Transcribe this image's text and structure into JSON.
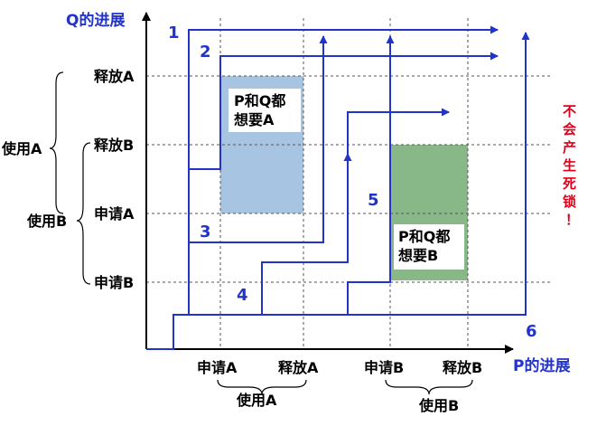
{
  "axes": {
    "y_title": "Q的进展",
    "x_title": "P的进展"
  },
  "q_ticks": [
    "释放A",
    "释放B",
    "申请A",
    "申请B"
  ],
  "p_ticks": [
    "申请A",
    "释放A",
    "申请B",
    "释放B"
  ],
  "left_braces": {
    "use_a": "使用A",
    "use_b": "使用B"
  },
  "bottom_braces": {
    "use_a": "使用A",
    "use_b": "使用B"
  },
  "regions": [
    {
      "line1": "P和Q都",
      "line2": "想要A",
      "color": "#a7c4e2"
    },
    {
      "line1": "P和Q都",
      "line2": "想要B",
      "color": "#88b888"
    }
  ],
  "path_numbers": [
    "1",
    "2",
    "3",
    "4",
    "5",
    "6"
  ],
  "side_note": [
    "不",
    "会",
    "产",
    "生",
    "死",
    "锁",
    "！"
  ],
  "colors": {
    "path": "#2233cc",
    "accent": "#e0001b",
    "axis": "#000000"
  }
}
